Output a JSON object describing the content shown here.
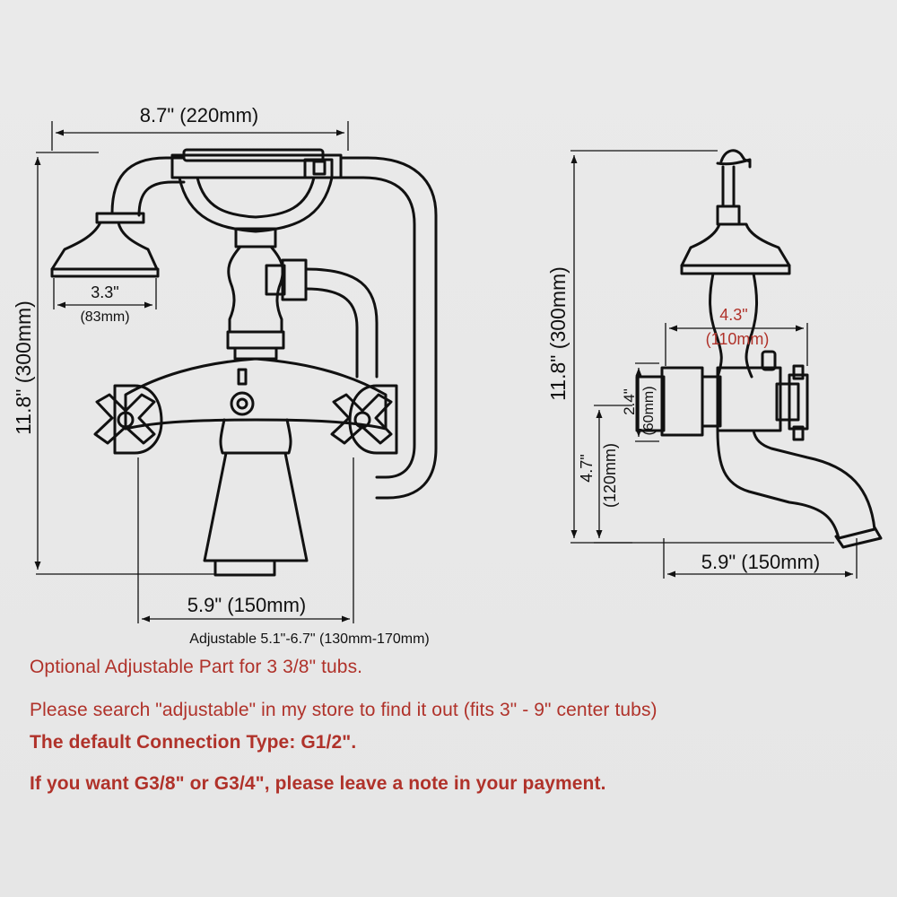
{
  "colors": {
    "background": "#e8e8e8",
    "line": "#111111",
    "red_text": "#b0322a"
  },
  "front_view": {
    "width_dim": "8.7\" (220mm)",
    "height_dim": "11.8\" (300mm)",
    "head_dim_in": "3.3\"",
    "head_dim_mm": "(83mm)",
    "spacing_dim": "5.9\" (150mm)",
    "adjustable_range": "Adjustable 5.1\"-6.7\" (130mm-170mm)"
  },
  "side_view": {
    "height_dim": "11.8\" (300mm)",
    "depth_dim_in": "4.3\"",
    "depth_dim_mm": "(110mm)",
    "flange_dim_in": "2.4\"",
    "flange_dim_mm": "(60mm)",
    "spout_height_in": "4.7\"",
    "spout_height_mm": "(120mm)",
    "spout_reach_dim": "5.9\" (150mm)"
  },
  "notes": [
    {
      "text": "Optional Adjustable Part for 3 3/8\" tubs.",
      "color": "#b0322a",
      "weight": "normal"
    },
    {
      "text": "Please search \"adjustable\" in my store to find it out (fits 3\" - 9\" center tubs)",
      "color": "#b0322a",
      "weight": "normal"
    },
    {
      "text": "The default Connection Type: G1/2\".",
      "color": "#b0322a",
      "weight": "bold"
    },
    {
      "text": "If you want G3/8\" or G3/4\", please leave a note in your payment.",
      "color": "#b0322a",
      "weight": "bold"
    }
  ]
}
